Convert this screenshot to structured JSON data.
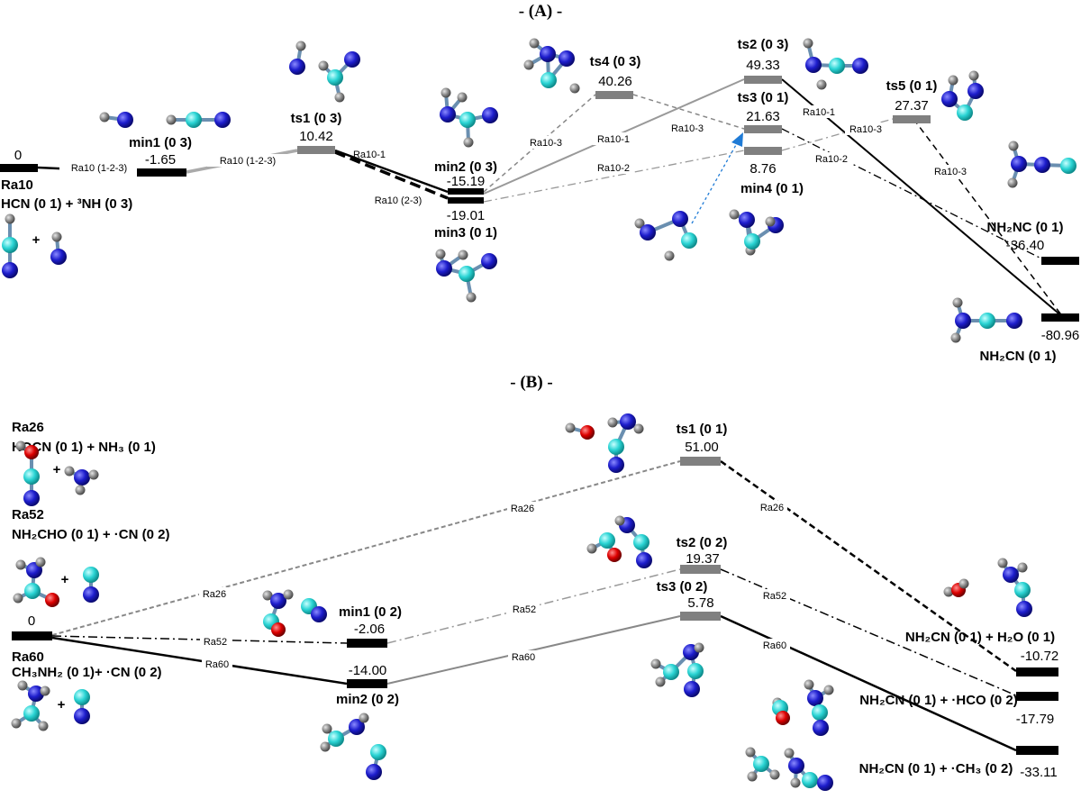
{
  "panel_a": {
    "title": "- (A) -",
    "reactant_name": "Ra10",
    "reactant_formula": "HCN (0 1) + ³NH (0 3)",
    "levels": {
      "r0": "0",
      "min1_label": "min1 (0 3)",
      "min1_e": "-1.65",
      "ts1_label": "ts1 (0 3)",
      "ts1_e": "10.42",
      "min2_label": "min2 (0 3)",
      "min2_e": "-15.19",
      "min3_label": "min3 (0 1)",
      "min3_e": "-19.01",
      "ts4_label": "ts4 (0 3)",
      "ts4_e": "40.26",
      "ts2_label": "ts2 (0 3)",
      "ts2_e": "49.33",
      "ts3_label": "ts3 (0 1)",
      "ts3_e": "21.63",
      "min4_label": "min4 (0 1)",
      "min4_e": "8.76",
      "ts5_label": "ts5 (0 1)",
      "ts5_e": "27.37",
      "nh2nc_label": "NH₂NC (0 1)",
      "nh2nc_e": "-36.40",
      "nh2cn_label": "NH₂CN (0 1)",
      "nh2cn_e": "-80.96"
    },
    "paths": {
      "p_r_min1": "Ra10 (1-2-3)",
      "p_min1_ts1": "Ra10 (1-2-3)",
      "p_ts1_min2": "Ra10-1",
      "p_ts1_min3": "Ra10 (2-3)",
      "p_to_ts4": "Ra10-3",
      "p_to_ts2": "Ra10-1",
      "p_to_min4": "Ra10-2",
      "p_ts4_out": "Ra10-3",
      "p_ts2_out": "Ra10-1",
      "p_ts3_out": "Ra10-2",
      "p_to_ts5": "Ra10-3",
      "p_ts5_out": "Ra10-3"
    }
  },
  "panel_b": {
    "title": "- (B) -",
    "ra26_name": "Ra26",
    "ra26_formula": "HOCN (0 1) + NH₃ (0 1)",
    "ra52_name": "Ra52",
    "ra52_formula": "NH₂CHO (0 1) + ·CN (0 2)",
    "r0": "0",
    "ra60_name": "Ra60",
    "ra60_formula": "CH₃NH₂ (0 1)+ ·CN (0 2)",
    "levels": {
      "min1_label": "min1 (0 2)",
      "min1_e": "-2.06",
      "min2_label": "min2 (0 2)",
      "min2_e": "-14.00",
      "ts1_label": "ts1 (0 1)",
      "ts1_e": "51.00",
      "ts2_label": "ts2 (0 2)",
      "ts2_e": "19.37",
      "ts3_label": "ts3 (0 2)",
      "ts3_e": "5.78",
      "p1_label": "NH₂CN (0 1) + H₂O (0 1)",
      "p1_e": "-10.72",
      "p2_label": "NH₂CN (0 1) + ·HCO (0 2)",
      "p2_e": "-17.79",
      "p3_label": "NH₂CN (0 1) + ·CH₃ (0 2)",
      "p3_e": "-33.11"
    },
    "paths": {
      "p26a": "Ra26",
      "p26b": "Ra26",
      "p52a": "Ra52",
      "p52b": "Ra52",
      "p52c": "Ra52",
      "p60a": "Ra60",
      "p60b": "Ra60",
      "p60c": "Ra60"
    }
  },
  "colors": {
    "carbon": "#2ad4d4",
    "nitrogen": "#1d1dcc",
    "hydrogen": "#8c8c8c",
    "oxygen": "#dd0000",
    "level_black": "#000000",
    "level_gray": "#808080",
    "arrow_blue": "#1f7bd6"
  }
}
